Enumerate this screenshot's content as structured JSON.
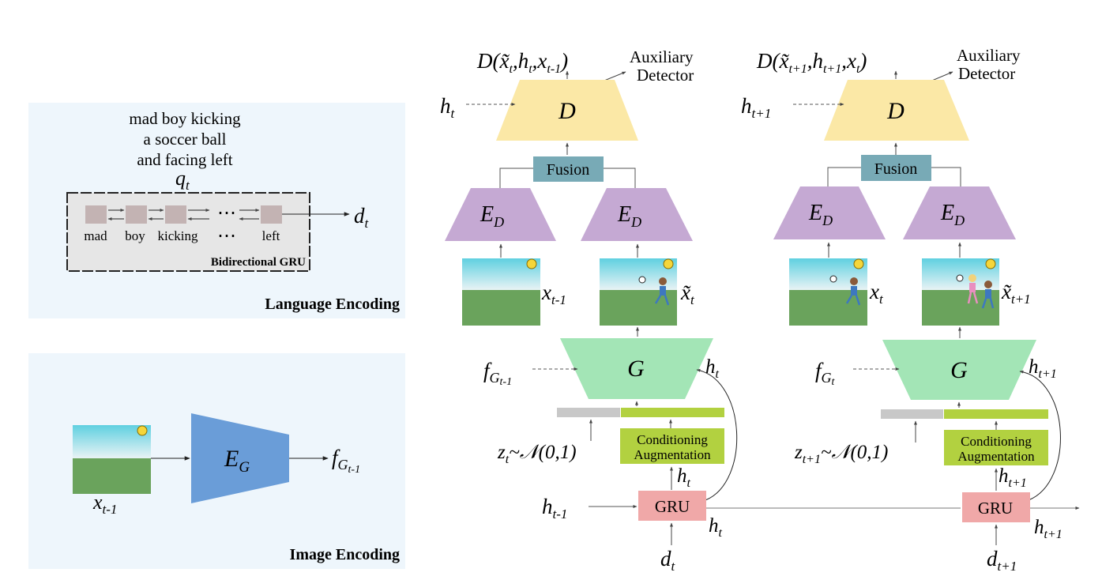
{
  "language_panel": {
    "caption_lines": [
      "mad boy kicking",
      "a soccer ball",
      "and facing left"
    ],
    "query_symbol": "q",
    "query_sub": "t",
    "token_words": [
      "mad",
      "boy",
      "kicking",
      "⋯",
      "left"
    ],
    "dots": "⋯",
    "gru_label": "Bidirectional GRU",
    "output_symbol": "d",
    "output_sub": "t",
    "title": "Language Encoding"
  },
  "image_panel": {
    "input_symbol": "x",
    "input_sub": "t-1",
    "encoder_symbol": "E",
    "encoder_sub": "G",
    "output_symbol": "f",
    "output_sub": "G",
    "output_subsub": "t-1",
    "title": "Image Encoding"
  },
  "step_t": {
    "disc_output_main": "D(",
    "disc_output_args": [
      "x̃",
      "t",
      "h",
      "t",
      "x",
      "t-1"
    ],
    "aux_line1": "Auxiliary",
    "aux_line2": "Detector",
    "hidden_in_symbol": "h",
    "hidden_in_sub": "t",
    "disc_label": "D",
    "fusion_label": "Fusion",
    "enc_left_symbol": "E",
    "enc_left_sub": "D",
    "enc_right_symbol": "E",
    "enc_right_sub": "D",
    "prev_img_symbol": "x",
    "prev_img_sub": "t-1",
    "gen_img_symbol": "x̃",
    "gen_img_sub": "t",
    "feat_symbol": "f",
    "feat_sub": "G",
    "feat_subsub": "t-1",
    "gen_label": "G",
    "gen_h_symbol": "h",
    "gen_h_sub": "t",
    "noise_symbol": "z",
    "noise_sub": "t",
    "noise_dist": "~𝒩(0,1)",
    "ca_line1": "Conditioning",
    "ca_line2": "Augmentation",
    "ca_h_symbol": "h",
    "ca_h_sub": "t",
    "gru_in_symbol": "h",
    "gru_in_sub": "t-1",
    "gru_label": "GRU",
    "gru_out_symbol": "h",
    "gru_out_sub": "t",
    "d_symbol": "d",
    "d_sub": "t"
  },
  "step_t1": {
    "disc_output_main": "D(",
    "aux_line1": "Auxiliary",
    "aux_line2": "Detector",
    "hidden_in_symbol": "h",
    "hidden_in_sub": "t+1",
    "disc_label": "D",
    "fusion_label": "Fusion",
    "enc_left_symbol": "E",
    "enc_left_sub": "D",
    "enc_right_symbol": "E",
    "enc_right_sub": "D",
    "prev_img_symbol": "x",
    "prev_img_sub": "t",
    "gen_img_symbol": "x̃",
    "gen_img_sub": "t+1",
    "feat_symbol": "f",
    "feat_sub": "G",
    "feat_subsub": "t",
    "gen_label": "G",
    "gen_h_symbol": "h",
    "gen_h_sub": "t+1",
    "noise_symbol": "z",
    "noise_sub": "t+1",
    "noise_dist": "~𝒩(0,1)",
    "ca_line1": "Conditioning",
    "ca_line2": "Augmentation",
    "ca_h_symbol": "h",
    "ca_h_sub": "t+1",
    "gru_label": "GRU",
    "gru_out_symbol": "h",
    "gru_out_sub": "t+1",
    "d_symbol": "d",
    "d_sub": "t+1"
  },
  "colors": {
    "panel_bg": "#eef6fc",
    "discriminator": "#fbe8a6",
    "fusion": "#78aab6",
    "encoder_d": "#c5a9d3",
    "generator": "#a3e5b6",
    "image_encoder": "#6a9dd8",
    "conditioning": "#b2d140",
    "gru": "#f0a8a8",
    "noise_bar": "#c8c8c8",
    "sky_top": "#5fd0e0",
    "grass": "#6aa35c",
    "sun": "#f5d63a",
    "token_box": "#c3b3b3"
  }
}
